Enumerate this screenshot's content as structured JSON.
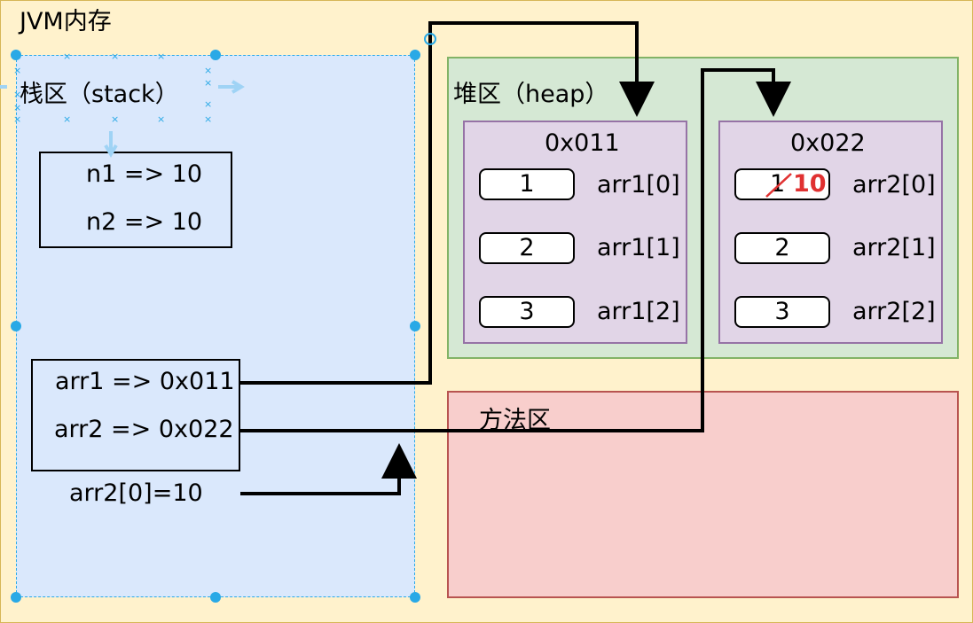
{
  "diagram": {
    "title": "JVM内存",
    "stack": {
      "label": "栈区（stack）",
      "vars": [
        "n1 => 10",
        "n2 => 10"
      ],
      "refs": [
        "arr1 => 0x011",
        "arr2 => 0x022"
      ],
      "assignment": "arr2[0]=10"
    },
    "heap": {
      "label": "堆区（heap）",
      "arrays": [
        {
          "address": "0x011",
          "cells": [
            {
              "value": "1",
              "label": "arr1[0]"
            },
            {
              "value": "2",
              "label": "arr1[1]"
            },
            {
              "value": "3",
              "label": "arr1[2]"
            }
          ]
        },
        {
          "address": "0x022",
          "cells": [
            {
              "value": "1",
              "new_value": "10",
              "label": "arr2[0]"
            },
            {
              "value": "2",
              "label": "arr2[1]"
            },
            {
              "value": "3",
              "label": "arr2[2]"
            }
          ]
        }
      ]
    },
    "method_area": {
      "label": "方法区"
    },
    "colors": {
      "canvas": "#fff2cc",
      "stack": "#dae8fc",
      "heap": "#d5e8d4",
      "array": "#e1d5e7",
      "method": "#f8cecc",
      "selection": "#29a9e6",
      "strike": "#e03131"
    }
  }
}
